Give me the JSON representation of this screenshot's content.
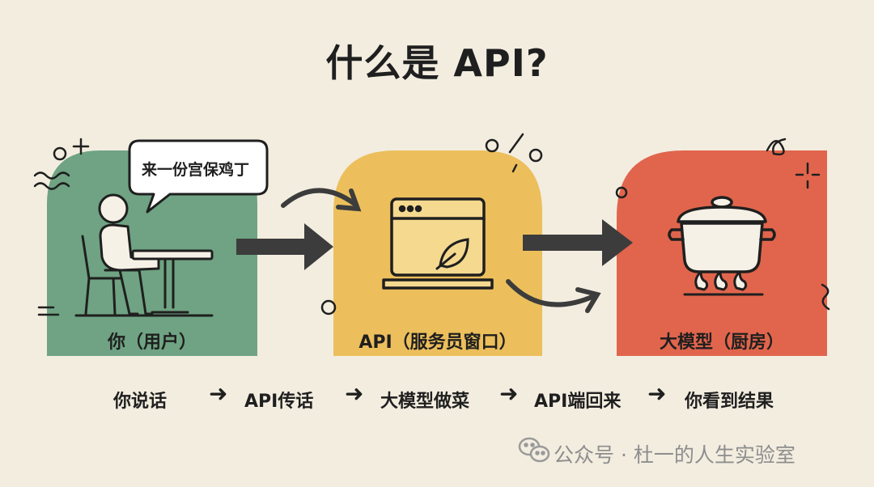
{
  "title": "什么是 API?",
  "panels": [
    {
      "label": "你（用户）",
      "bubble": "来一份宫保鸡丁",
      "color": "#6fa383"
    },
    {
      "label": "API（服务员窗口）",
      "color": "#ecbf5c"
    },
    {
      "label": "大模型（厨房）",
      "color": "#e1654c"
    }
  ],
  "flow": {
    "steps": [
      "你说话",
      "API传话",
      "大模型做菜",
      "API端回来",
      "你看到结果"
    ],
    "arrow": "➜"
  },
  "watermark": "公众号 · 杜一的人生实验室",
  "icons": [
    "person-at-table-icon",
    "browser-window-icon",
    "leaf-icon",
    "cooking-pot-icon",
    "gas-flame-icon",
    "wechat-icon"
  ]
}
